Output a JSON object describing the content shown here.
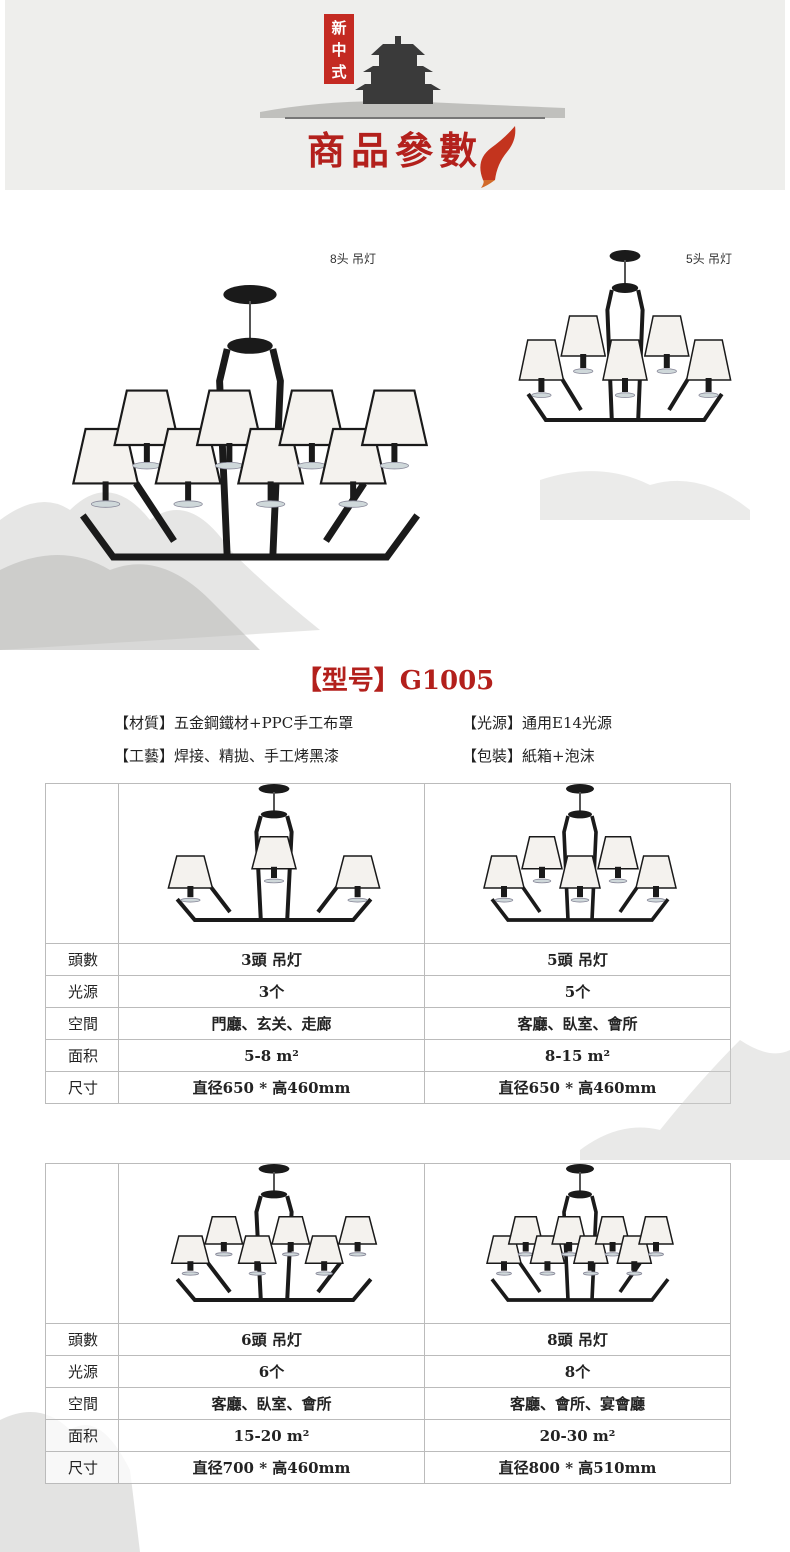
{
  "banner": {
    "seal": [
      "新",
      "中",
      "式"
    ],
    "title": "商品參數"
  },
  "hero": {
    "caption_large": "8头  吊灯",
    "caption_small": "5头  吊灯"
  },
  "model": "【型号】G1005",
  "specs": {
    "material": "【材質】五金鋼鐵材+PPC手工布罩",
    "light": "【光源】通用E14光源",
    "craft": "【工藝】焊接、精拋、手工烤黑漆",
    "package": "【包裝】紙箱+泡沫"
  },
  "tables": [
    {
      "rows": [
        {
          "label": "頭數",
          "a": "3頭  吊灯",
          "b": "5頭  吊灯"
        },
        {
          "label": "光源",
          "a": "3个",
          "b": "5个"
        },
        {
          "label": "空間",
          "a": "門廳、玄关、走廊",
          "b": "客廳、臥室、會所"
        },
        {
          "label": "面积",
          "a": "5-8 m²",
          "b": "8-15 m²"
        },
        {
          "label": "尺寸",
          "a": "直径650 * 高460mm",
          "b": "直径650 * 高460mm"
        }
      ]
    },
    {
      "rows": [
        {
          "label": "頭數",
          "a": "6頭  吊灯",
          "b": "8頭  吊灯"
        },
        {
          "label": "光源",
          "a": "6个",
          "b": "8个"
        },
        {
          "label": "空間",
          "a": "客廳、臥室、會所",
          "b": "客廳、會所、宴會廳"
        },
        {
          "label": "面积",
          "a": "15-20 m²",
          "b": "20-30 m²"
        },
        {
          "label": "尺寸",
          "a": "直径700 * 高460mm",
          "b": "直径800 * 高510mm"
        }
      ]
    }
  ],
  "colors": {
    "accent": "#b3201c",
    "banner_bg": "#eeeeec",
    "lamp": "#1a1a1a",
    "shade": "#f4f2ee"
  }
}
